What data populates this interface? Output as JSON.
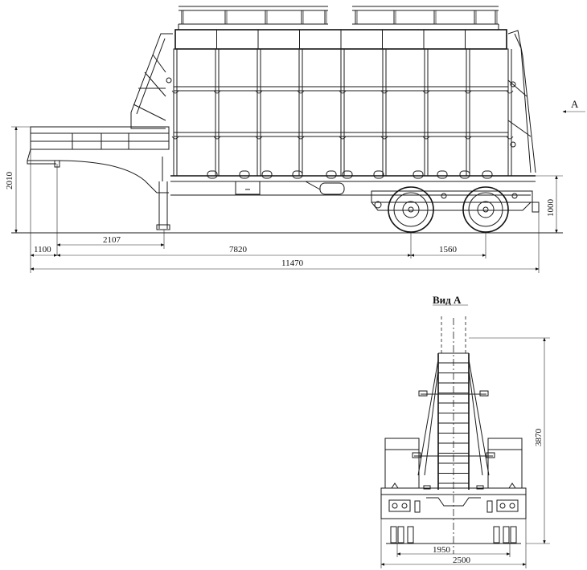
{
  "side_view": {
    "view_marker": "A",
    "dimensions": {
      "height_hitch": "2010",
      "height_platform": "1000",
      "front_overhang": "1100",
      "gooseneck": "2107",
      "wheelbase": "7820",
      "axle_spread": "1560",
      "overall_length": "11470"
    }
  },
  "rear_view": {
    "title": "Вид А",
    "dimensions": {
      "overall_height": "3870",
      "track": "1950",
      "overall_width": "2500"
    }
  }
}
